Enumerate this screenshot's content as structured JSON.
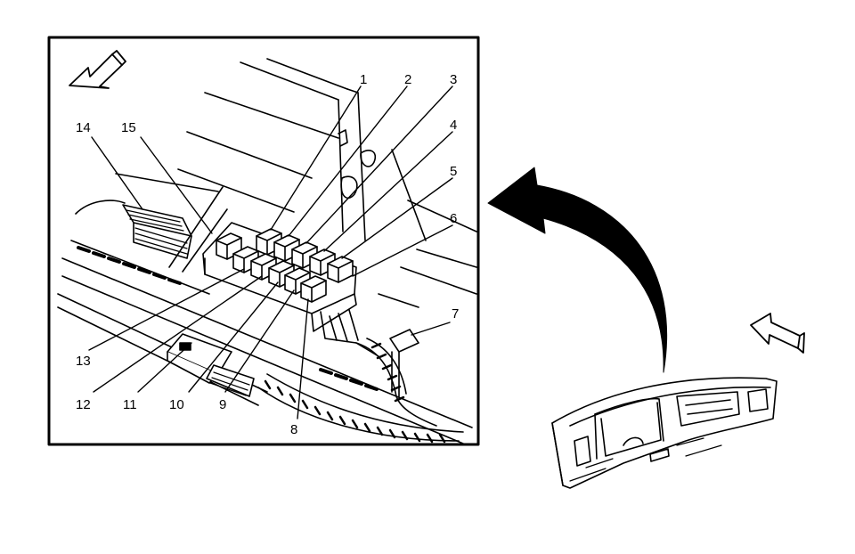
{
  "callouts": {
    "c1": "1",
    "c2": "2",
    "c3": "3",
    "c4": "4",
    "c5": "5",
    "c6": "6",
    "c7": "7",
    "c8": "8",
    "c9": "9",
    "c10": "10",
    "c11": "11",
    "c12": "12",
    "c13": "13",
    "c14": "14",
    "c15": "15"
  },
  "icons": {
    "direction_arrow_inset": "forward-arrow-icon",
    "direction_arrow_vehicle": "forward-arrow-icon",
    "detail_pointer": "curved-arrow-icon"
  }
}
